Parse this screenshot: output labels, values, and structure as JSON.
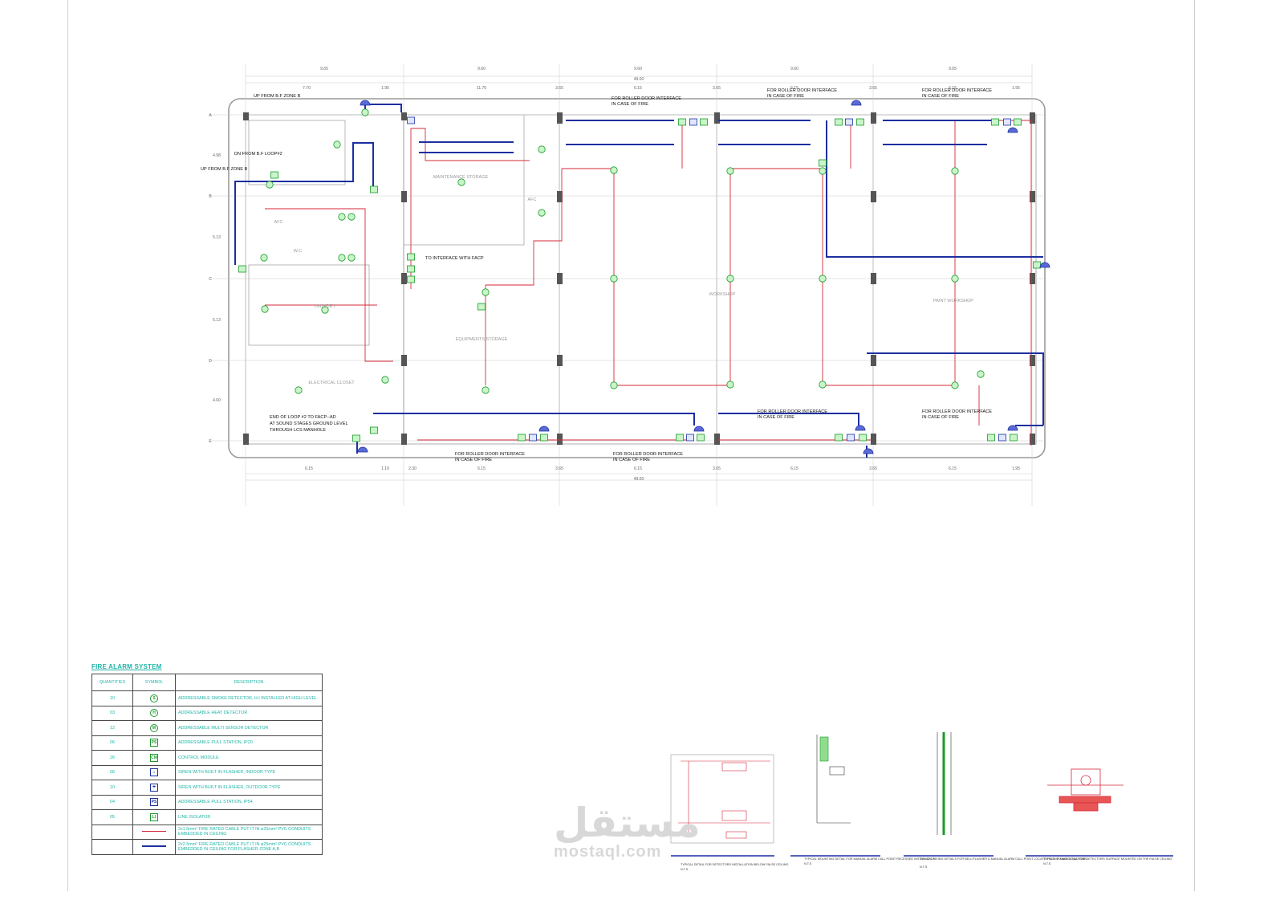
{
  "dimensions": {
    "top_overall": [
      "9.65",
      "9.60",
      "9.60",
      "9.60",
      "9.65"
    ],
    "top_total": "49.00",
    "top_sub": [
      "7.70",
      "1.95",
      "11.70",
      "3.65",
      "6.15",
      "3.65",
      "6.15",
      "3.65",
      "6.15",
      "1.95"
    ],
    "bottom_sub": [
      "6.15",
      "1.10",
      "2.30",
      "6.15",
      "3.65",
      "6.15",
      "3.65",
      "6.15",
      "3.65",
      "6.15",
      "1.95"
    ],
    "bottom_total": "49.00",
    "left_vertical": [
      "4.98",
      "5.13",
      "5.13",
      "4.60"
    ],
    "grid_rows": [
      "A",
      "B",
      "C",
      "D",
      "E"
    ]
  },
  "annotations": {
    "up_zone_b_1": "UP FROM B.F ZONE B",
    "down_loop": "DN FROM B.F LOOP#2",
    "up_zone_b_2": "UP FROM B.F ZONE B",
    "interface_facp": "TO INTERFACE WITH FACP",
    "end_loop": [
      "END OF LOOP #2 TO FACP--AD",
      "AT SOUND STAGES GROUND LEVEL",
      "THROUGH LCS MANHOLE"
    ],
    "roller_door": [
      "FOR ROLLER DOOR INTERFACE",
      "IN CASE OF FIRE"
    ]
  },
  "rooms": {
    "maintenance": "MAINTENANCE STORAGE",
    "equipment": "EQUIPMENTS STORAGE",
    "workshop": "WORKSHOP",
    "paint": "PAINT WORKSHOP",
    "electrical": "ELECTRICAL CLOSET",
    "laundry": "LAUNDRY",
    "wc": "W.C",
    "afc": "AFC"
  },
  "legend": {
    "title": "FIRE ALARM SYSTEM",
    "headers": [
      "QUANTITIES",
      "SYMBOL",
      "DESCRIPTION"
    ],
    "rows": [
      {
        "qty": "10",
        "symbol": "S",
        "desc": "ADDRESSABLE SMOKE DETECTOR, H.I INSTALLED AT HIGH LEVEL"
      },
      {
        "qty": "03",
        "symbol": "H",
        "desc": "ADDRESSABLE HEAT DETECTOR"
      },
      {
        "qty": "12",
        "symbol": "M",
        "desc": "ADDRESSABLE MULTI SENSOR DETECTOR"
      },
      {
        "qty": "06",
        "symbol": "PS",
        "desc": "ADDRESSABLE PULL STATION, IP20."
      },
      {
        "qty": "26",
        "symbol": "CM",
        "desc": "CONTROL MODULE"
      },
      {
        "qty": "06",
        "symbol": "⌂",
        "desc": "SIREN WITH BUILT IN FLASHER, INDOOR TYPE"
      },
      {
        "qty": "10",
        "symbol": "☂",
        "desc": "SIREN WITH BUILT IN FLASHER, OUTDOOR TYPE"
      },
      {
        "qty": "04",
        "symbol": "PS",
        "desc": "ADDRESSABLE PULL STATION, IP54"
      },
      {
        "qty": "05",
        "symbol": "LI",
        "desc": "LINE ISOLATOR"
      },
      {
        "qty": "",
        "symbol": "",
        "desc": "2x1.5mm² FIRE RATED CABLE PUT IT IN ø25mm² PVC CONDUITS EMBEDDED IN CEILING"
      },
      {
        "qty": "",
        "symbol": "",
        "desc": "2x2.5mm² FIRE RATED CABLE PUT IT IN ø25mm² PVC CONDUITS EMBEDDED IN CEILING FOR FLASHER ZONE A,B"
      }
    ]
  },
  "detail_captions": [
    "TYPICAL DETAIL FOR DETECTORS INSTALLATION BELOW FALSE CEILING",
    "TYPICAL MOUNTING DETAIL FOR MANUAL ALARM CALL POINT RECESSED INSTALLATION",
    "TYPICAL FIXING DETAILS FOR BELL/FLASHER & MANUAL ALARM CALL POINT LOCATED IN THE SAME LOCATIONS",
    "TYPICAL FIXING DETAIL FOR DETECTORS SURFACE MOUNTED ON THE FALSE CEILING"
  ],
  "detail_scale": "N.T.S",
  "watermark": {
    "arabic": "مستقل",
    "latin": "mostaql.com"
  },
  "colors": {
    "cable_red": "#d62a3a",
    "cable_blue": "#1d2fa0",
    "device_green": "#1a9a2a",
    "device_number": "#e020c8",
    "legend_teal": "#1fb5a8"
  }
}
